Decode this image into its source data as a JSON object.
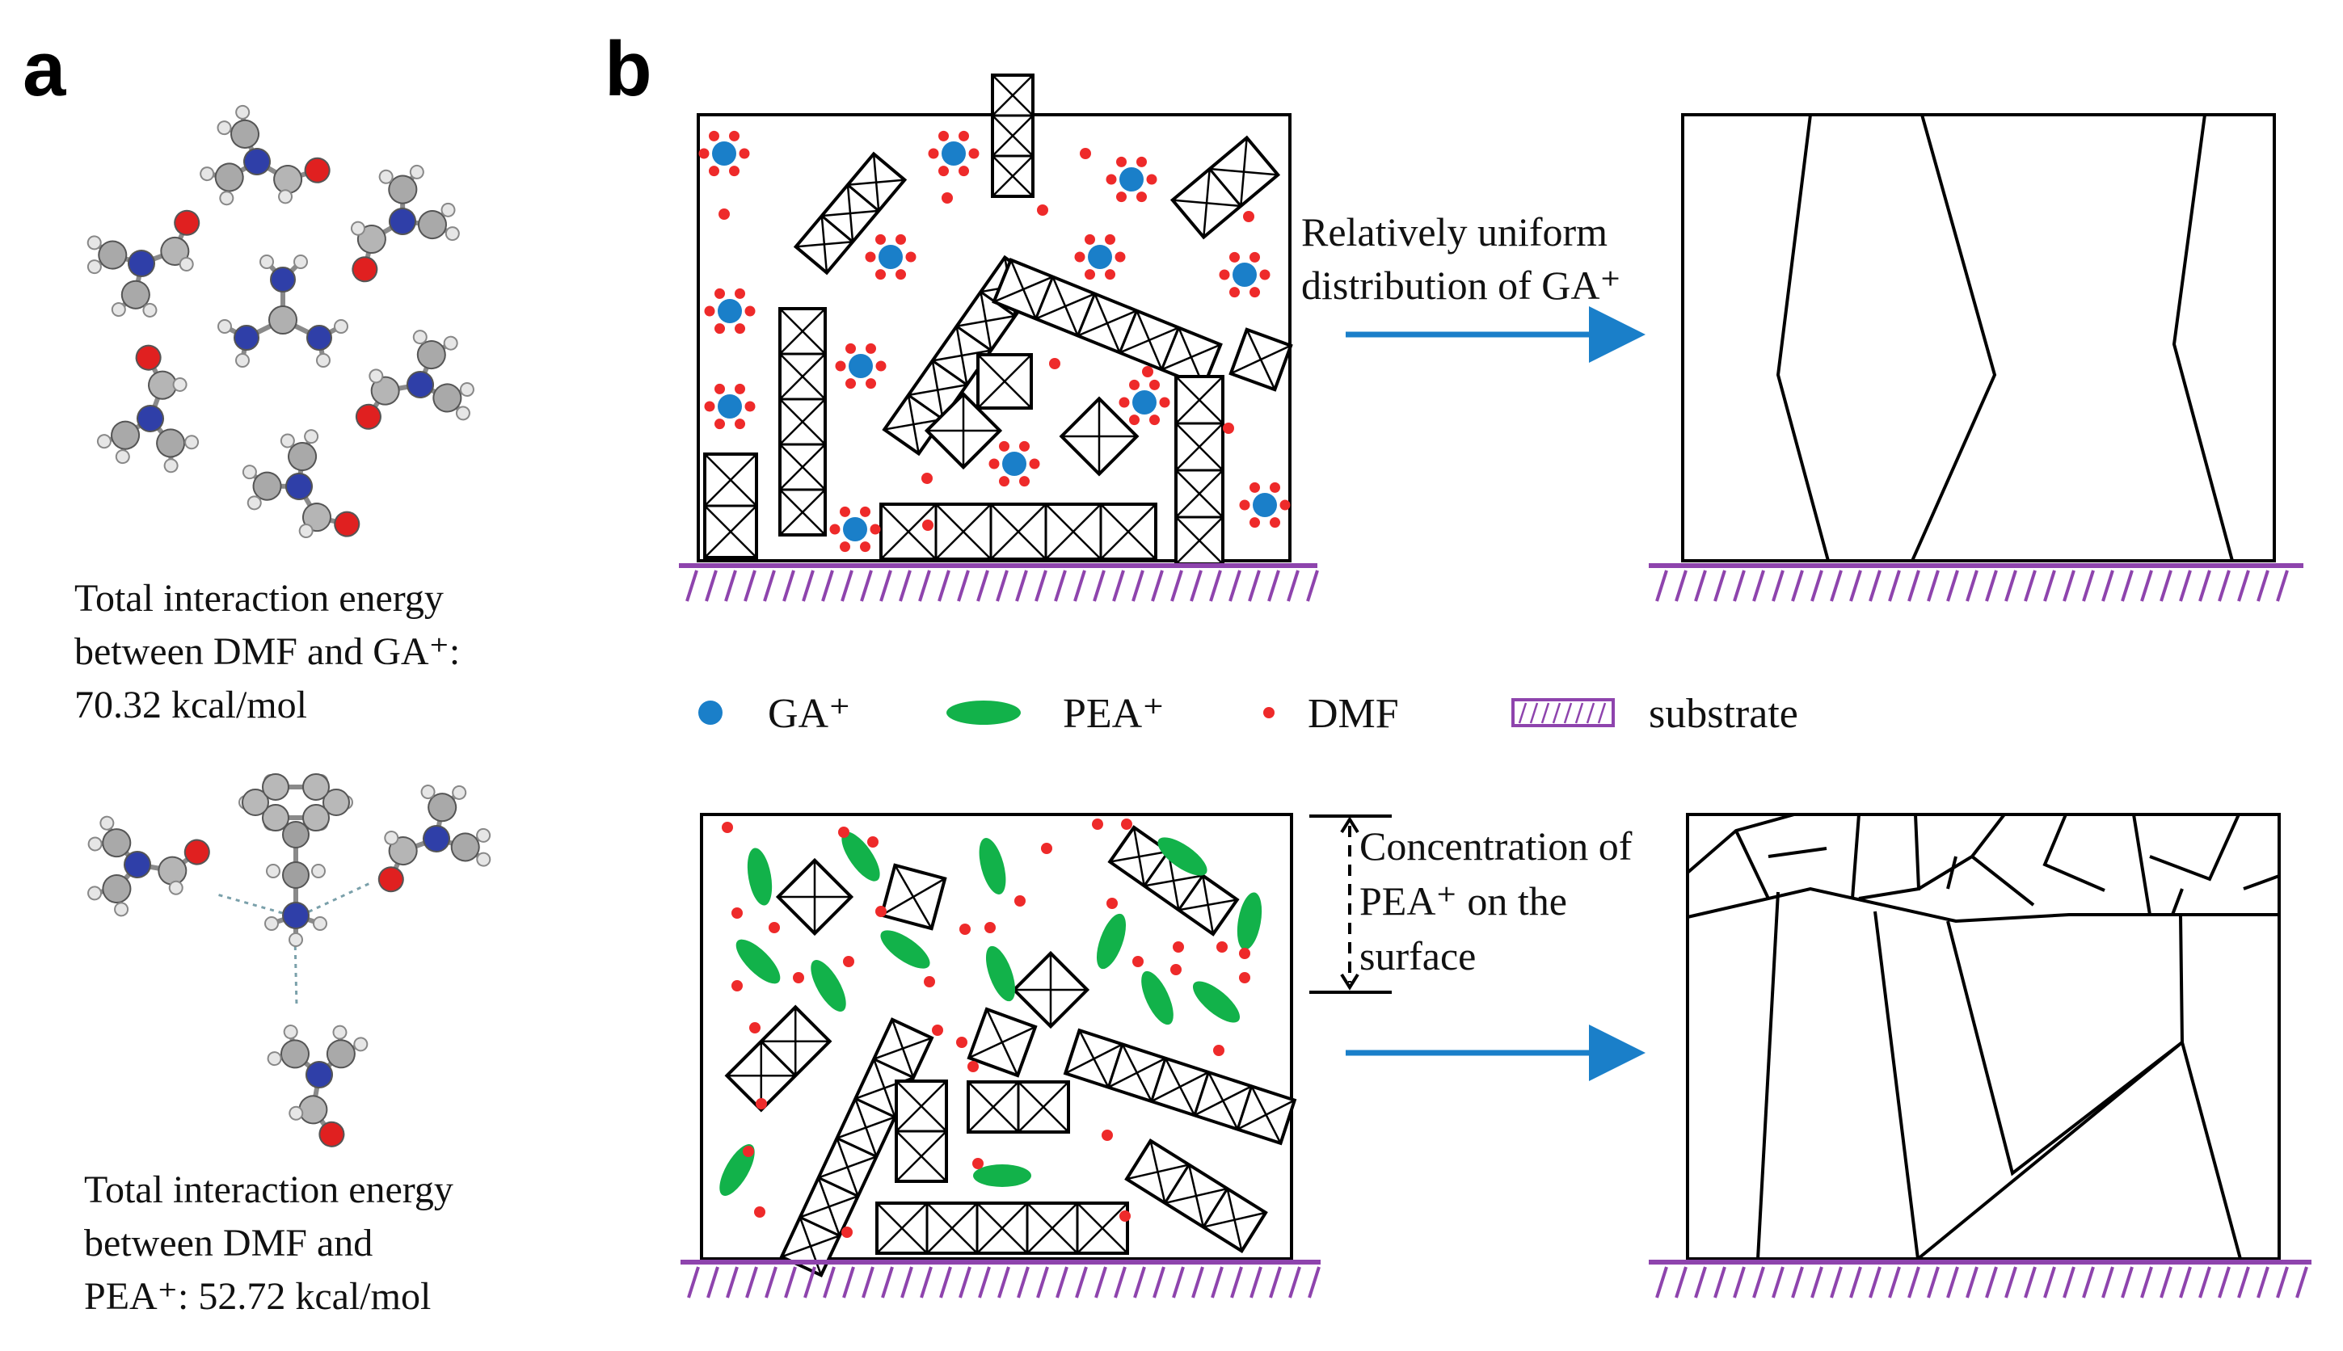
{
  "panel_a": {
    "letter": "a",
    "caption_top": [
      "Total interaction energy",
      "between DMF and GA⁺:",
      "70.32 kcal/mol"
    ],
    "caption_bottom": [
      "Total interaction energy",
      "between DMF and",
      "PEA⁺: 52.72 kcal/mol"
    ]
  },
  "panel_b": {
    "letter": "b",
    "top_arrow_label": [
      "Relatively uniform",
      "distribution of GA⁺"
    ],
    "bottom_arrow_label": [
      "Concentration of",
      "PEA⁺ on the",
      "surface"
    ],
    "legend": [
      {
        "label": "GA⁺",
        "icon": "blue-dot"
      },
      {
        "label": "PEA⁺",
        "icon": "green-ellipse"
      },
      {
        "label": "DMF",
        "icon": "red-dot"
      },
      {
        "label": "substrate",
        "icon": "hatched-bar"
      }
    ]
  },
  "colors": {
    "ga": "#1a7fc9",
    "pea": "#12b24a",
    "dmf": "#ee2a2a",
    "substrate": "#8e44ad",
    "arrow": "#1a7fc9",
    "line": "#000000"
  }
}
